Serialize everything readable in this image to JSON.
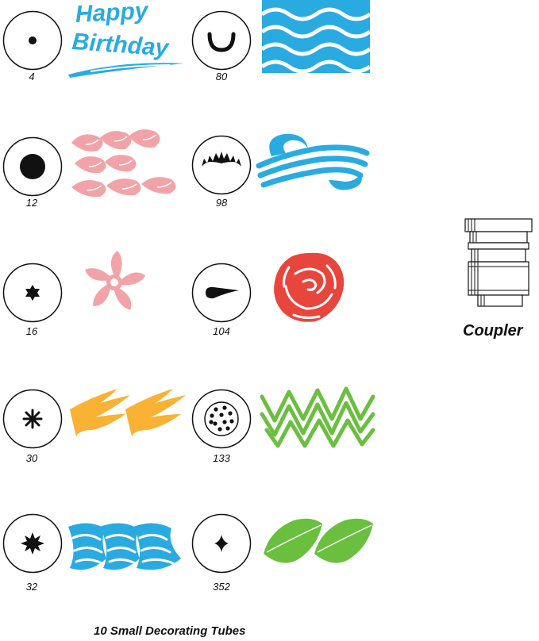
{
  "tips": [
    {
      "number": "4",
      "shape": "small-round-dot",
      "sample": "happy-birthday-writing"
    },
    {
      "number": "80",
      "shape": "crescent",
      "sample": "blue-waves"
    },
    {
      "number": "12",
      "shape": "large-round-dot",
      "sample": "pink-teardrops"
    },
    {
      "number": "98",
      "shape": "serrated-shell",
      "sample": "blue-swirl"
    },
    {
      "number": "16",
      "shape": "six-point-star",
      "sample": "pink-star-flower"
    },
    {
      "number": "104",
      "shape": "petal-teardrop",
      "sample": "red-rose"
    },
    {
      "number": "30",
      "shape": "eight-point-star",
      "sample": "yellow-flames"
    },
    {
      "number": "133",
      "shape": "multi-opening-dots",
      "sample": "green-grass-zigzag"
    },
    {
      "number": "32",
      "shape": "open-star-burst",
      "sample": "blue-shells"
    },
    {
      "number": "352",
      "shape": "leaf-diamond",
      "sample": "green-leaves"
    }
  ],
  "happy_birthday": {
    "line1": "Happy",
    "line2": "Birthday"
  },
  "coupler_label": "Coupler",
  "caption": "10 Small Decorating Tubes",
  "colors": {
    "blue": "#29abe2",
    "pink": "#f2a3a8",
    "red": "#e8453c",
    "yellow": "#f9b233",
    "green": "#6abf3f",
    "black": "#111111"
  }
}
